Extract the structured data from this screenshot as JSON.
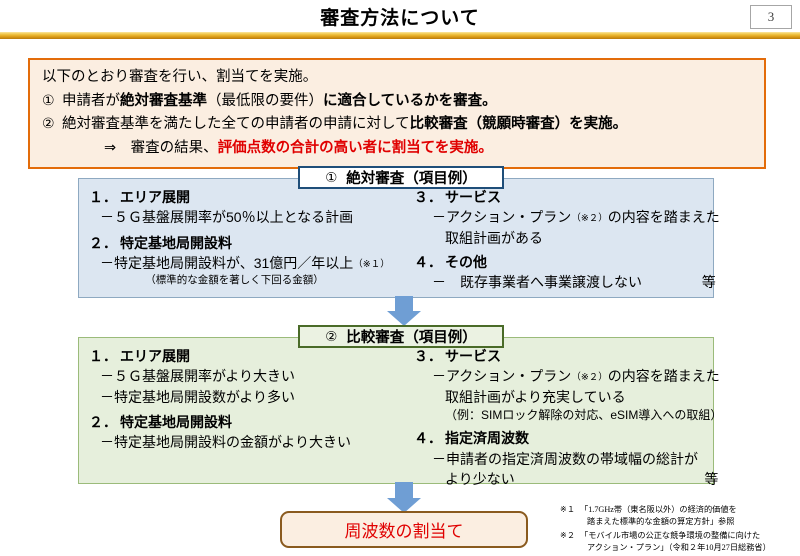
{
  "header": {
    "title": "審査方法について",
    "page_number": "3"
  },
  "intro": {
    "lead": "以下のとおり審査を行い、割当てを実施。",
    "items": [
      {
        "marker": "①",
        "plain_1": "申請者が",
        "bold_1": "絶対審査基準",
        "plain_2": "（最低限の要件）",
        "bold_2": "に適合しているかを審査。"
      },
      {
        "marker": "②",
        "plain_1": "絶対審査基準を満たした全ての申請者の申請に対して",
        "bold_1": "比較審査（競願時審査）",
        "plain_2": "",
        "bold_2": "を実施。"
      }
    ],
    "conclusion_prefix": "⇒　審査の結果、",
    "conclusion_red": "評価点数の合計の高い者に割当てを実施。"
  },
  "section_absolute": {
    "tab_number": "①",
    "tab_label": "絶対審査（項目例）",
    "left": [
      {
        "number": "１．",
        "heading": "エリア展開",
        "bullets": [
          "－５Ｇ基盤展開率が50％以上となる計画"
        ]
      },
      {
        "number": "２．",
        "heading": "特定基地局開設料",
        "bullets": [
          "－特定基地局開設料が、31億円／年以上"
        ],
        "bullet_ref": "（※１）",
        "subnote": "（標準的な金額を著しく下回る金額）"
      }
    ],
    "right": [
      {
        "number": "３．",
        "heading": "サービス",
        "bullets": [
          "－アクション・プラン",
          "取組計画がある"
        ],
        "inline_ref": "（※２）",
        "inline_tail": "の内容を踏まえた"
      },
      {
        "number": "４．",
        "heading": "その他",
        "bullets": [
          "－　既存事業者へ事業譲渡しない"
        ]
      }
    ],
    "etc": "等"
  },
  "section_comparative": {
    "tab_number": "②",
    "tab_label": "比較審査（項目例）",
    "left": [
      {
        "number": "１．",
        "heading": "エリア展開",
        "bullets": [
          "－５Ｇ基盤展開率がより大きい",
          "－特定基地局開設数がより多い"
        ]
      },
      {
        "number": "２．",
        "heading": "特定基地局開設料",
        "bullets": [
          "－特定基地局開設料の金額がより大きい"
        ]
      }
    ],
    "right": [
      {
        "number": "３．",
        "heading": "サービス",
        "bullets": [
          "－アクション・プラン",
          "取組計画がより充実している"
        ],
        "inline_ref": "（※２）",
        "inline_tail": "の内容を踏まえた",
        "example": "（例：SIMロック解除の対応、eSIM導入への取組）"
      },
      {
        "number": "４．",
        "heading": "指定済周波数",
        "bullets": [
          "－申請者の指定済周波数の帯域幅の総計が",
          "より少ない"
        ]
      }
    ],
    "etc": "等"
  },
  "result": {
    "label": "周波数の割当て"
  },
  "footnotes": [
    {
      "mark": "※１",
      "line1": "「1.7GHz帯（東名阪以外）の経済的価値を",
      "line2": "踏まえた標準的な金額の算定方針」参照"
    },
    {
      "mark": "※２",
      "line1": "「モバイル市場の公正な競争環境の整備に向けた",
      "line2": "アクション・プラン」（令和２年10月27日総務省）"
    }
  ],
  "colors": {
    "title_rule": "#e0a21a",
    "intro_border": "#e36c0a",
    "intro_fill": "#fbeee1",
    "accent_red": "#e00000",
    "absolute_border": "#1f4e79",
    "absolute_fill": "#dce6f1",
    "comparative_border": "#4a6b28",
    "comparative_fill": "#e6efdc",
    "arrow": "#6f9ed4",
    "result_border": "#8a5a1e"
  }
}
